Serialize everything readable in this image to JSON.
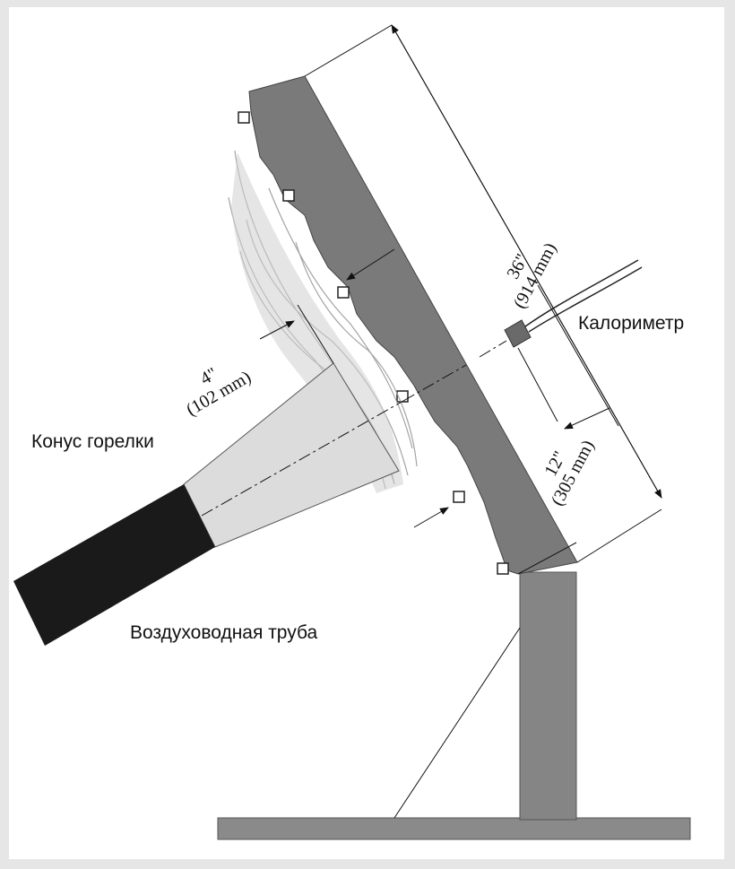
{
  "labels": {
    "calorimeter": "Калориметр",
    "burner_cone": "Конус горелки",
    "air_tube": "Воздуховодная труба"
  },
  "dimensions": {
    "total_in": "36\"",
    "total_mm": "(914 mm)",
    "offset_in": "4\"",
    "offset_mm": "(102 mm)",
    "cal_in": "12\"",
    "cal_mm": "(305 mm)"
  },
  "colors": {
    "panel": "#7a7a7a",
    "post": "#858585",
    "base": "#8a8a8a",
    "tube": "#1a1a1a",
    "cone": "#dcdcdc",
    "frame_bg": "#e6e6e6"
  }
}
